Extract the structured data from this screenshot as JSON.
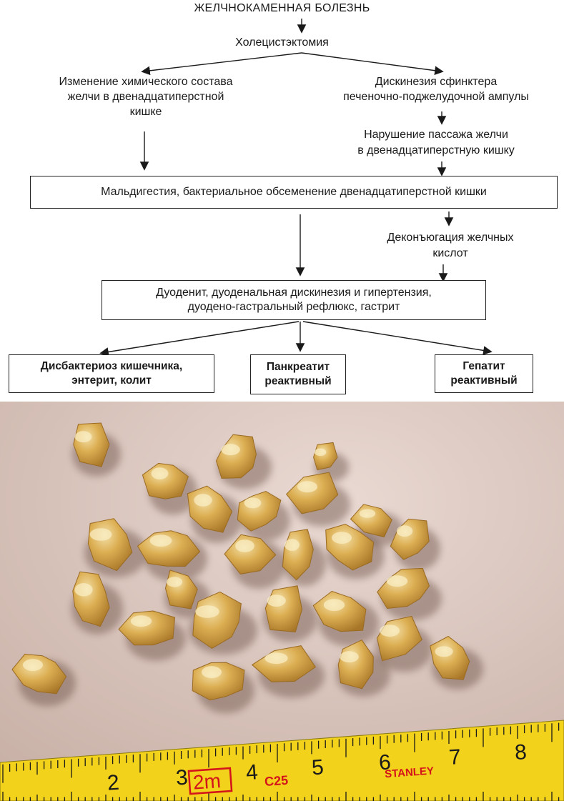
{
  "diagram": {
    "title": "ЖЕЛЧНОКАМЕННАЯ БОЛЕЗНЬ",
    "surgery": "Холецистэктомия",
    "left_branch": [
      "Изменение химического состава",
      "желчи в двенадцатиперстной",
      "кишке"
    ],
    "right_branch": [
      "Дискинезия сфинктера",
      "печеночно-поджелудочной ампулы"
    ],
    "bile_passage": [
      "Нарушение пассажа желчи",
      "в двенадцатиперстную кишку"
    ],
    "maldigestion": "Мальдигестия, бактериальное обсеменение двенадцатиперстной кишки",
    "deconjugation": [
      "Деконъюгация желчных",
      "кислот"
    ],
    "duodenitis": [
      "Дуоденит, дуоденальная дискинезия и гипертензия,",
      "дуодено-гастральный рефлюкс, гастрит"
    ],
    "outcome_dysbacteriosis": [
      "Дисбактериоз кишечника,",
      "энтерит, колит"
    ],
    "outcome_pancreatitis": [
      "Панкреатит",
      "реактивный"
    ],
    "outcome_hepatitis": [
      "Гепатит",
      "реактивный"
    ]
  },
  "photo": {
    "ruler_numbers": [
      "2",
      "3",
      "4",
      "5",
      "6",
      "7",
      "8"
    ],
    "ruler_brand": "STANLEY",
    "ruler_marker": "2m",
    "ruler_code": "C25",
    "colors": {
      "background": "#dcc8c0",
      "stone": "#d9a94a",
      "stone_highlight": "#f0dba0",
      "ruler": "#f2d21a"
    }
  }
}
